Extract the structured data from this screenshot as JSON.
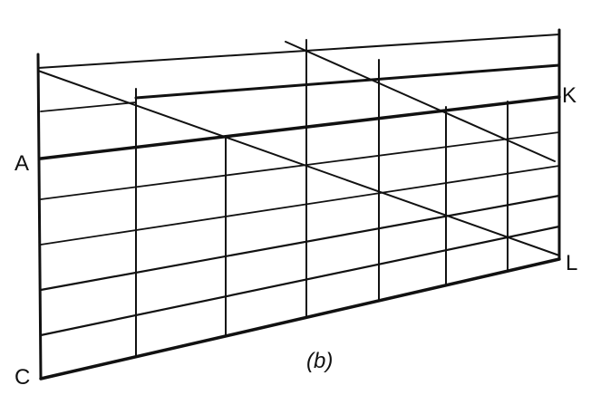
{
  "labels": {
    "a": "A",
    "c": "C",
    "k": "K",
    "l": "L"
  },
  "caption": "(b)",
  "colors": {
    "ink": "#111111",
    "paper": "#ffffff"
  }
}
